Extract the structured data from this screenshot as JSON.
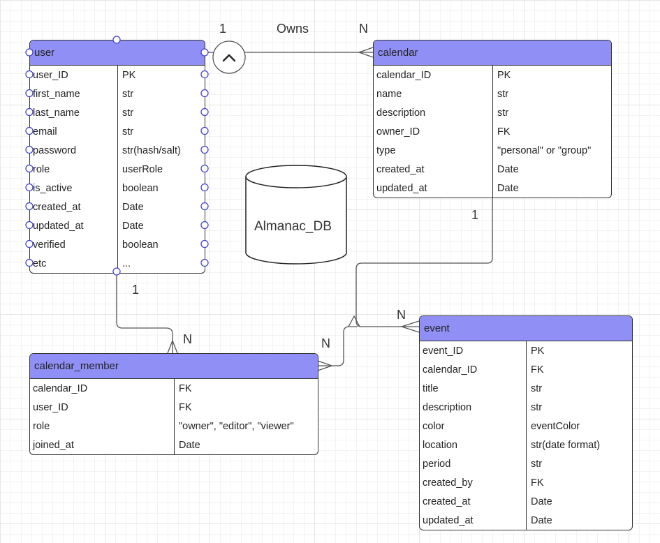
{
  "tables": {
    "user": {
      "name": "user",
      "rows": [
        [
          "user_ID",
          "PK"
        ],
        [
          "first_name",
          "str"
        ],
        [
          "last_name",
          "str"
        ],
        [
          "email",
          "str"
        ],
        [
          "password",
          "str(hash/salt)"
        ],
        [
          "role",
          "userRole"
        ],
        [
          "is_active",
          "boolean"
        ],
        [
          "created_at",
          "Date"
        ],
        [
          "updated_at",
          "Date"
        ],
        [
          "verified",
          "boolean"
        ],
        [
          "etc",
          "..."
        ]
      ]
    },
    "calendar": {
      "name": "calendar",
      "rows": [
        [
          "calendar_ID",
          "PK"
        ],
        [
          "name",
          "str"
        ],
        [
          "description",
          "str"
        ],
        [
          "owner_ID",
          "FK"
        ],
        [
          "type",
          "\"personal\" or \"group\""
        ],
        [
          "created_at",
          "Date"
        ],
        [
          "updated_at",
          "Date"
        ]
      ]
    },
    "calendar_member": {
      "name": "calendar_member",
      "rows": [
        [
          "calendar_ID",
          "FK"
        ],
        [
          "user_ID",
          "FK"
        ],
        [
          "role",
          "\"owner\", \"editor\", \"viewer\""
        ],
        [
          "joined_at",
          "Date"
        ]
      ]
    },
    "event": {
      "name": "event",
      "rows": [
        [
          "event_ID",
          "PK"
        ],
        [
          "calendar_ID",
          "FK"
        ],
        [
          "title",
          "str"
        ],
        [
          "description",
          "str"
        ],
        [
          "color",
          "eventColor"
        ],
        [
          "location",
          "str(date format)"
        ],
        [
          "period",
          "str"
        ],
        [
          "created_by",
          "FK"
        ],
        [
          "created_at",
          "Date"
        ],
        [
          "updated_at",
          "Date"
        ]
      ]
    }
  },
  "database": {
    "label": "Almanac_DB"
  },
  "relationships": {
    "owns": {
      "label": "Owns",
      "left": "1",
      "right": "N"
    },
    "calendar_event": {
      "one": "1",
      "many": "N"
    },
    "calendar_member": {
      "many": "N"
    },
    "user_member": {
      "one": "1",
      "many": "N"
    }
  },
  "colors": {
    "header": "#8f8ff5",
    "handle": "#4444cc",
    "line": "#555555",
    "grid": "#e6e6e6"
  },
  "icons": {
    "relationship": "caret-up-icon",
    "connection_handle": "circle-handle-icon"
  }
}
